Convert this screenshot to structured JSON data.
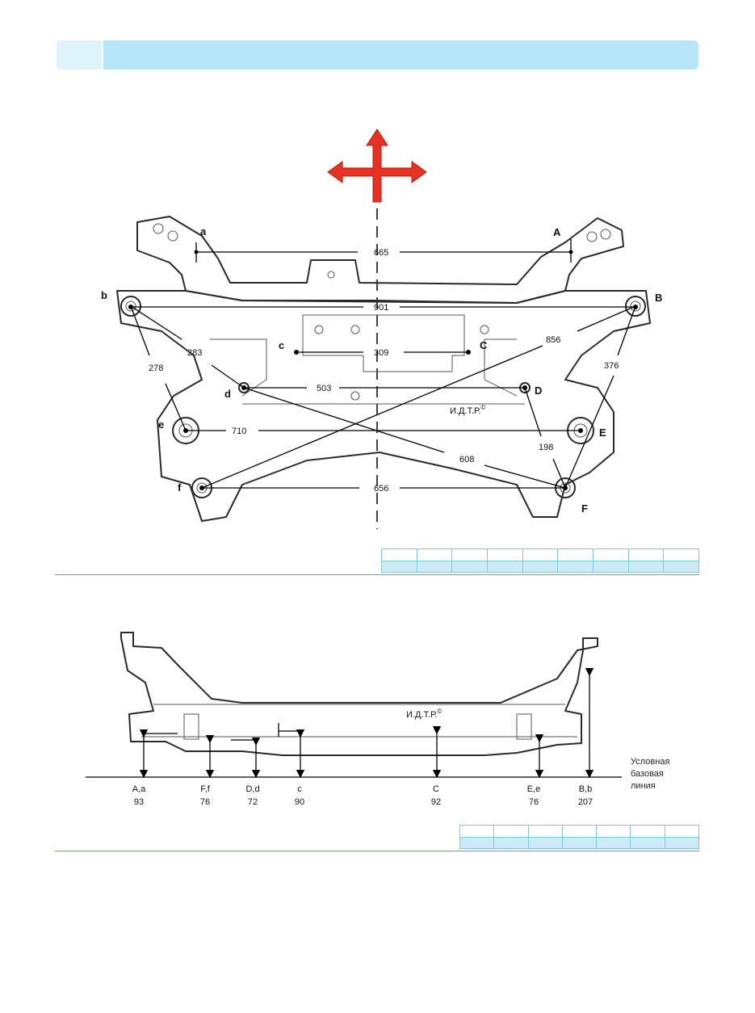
{
  "watermark": "И.Д.Т.Р.",
  "copyright_mark": "©",
  "top_view": {
    "points": {
      "a": "a",
      "A": "A",
      "b": "b",
      "B": "B",
      "c": "c",
      "C": "C",
      "d": "d",
      "D": "D",
      "e": "e",
      "E": "E",
      "f": "f",
      "F": "F"
    },
    "dimensions": {
      "aA": "665",
      "bB": "901",
      "cC": "309",
      "dD": "503",
      "eE": "710",
      "fF": "656",
      "b_e": "278",
      "b_d": "283",
      "B_f": "856",
      "B_F": "376",
      "d_F": "608",
      "D_F": "198"
    }
  },
  "side_view": {
    "watermark": "И.Д.Т.Р.",
    "baseline_label": [
      "Условная",
      "базовая",
      "линия"
    ],
    "measurements": [
      {
        "point": "A,a",
        "value": "93"
      },
      {
        "point": "F,f",
        "value": "76"
      },
      {
        "point": "D,d",
        "value": "72"
      },
      {
        "point": "c",
        "value": "90"
      },
      {
        "point": "C",
        "value": "92"
      },
      {
        "point": "E,e",
        "value": "76"
      },
      {
        "point": "B,b",
        "value": "207"
      }
    ]
  },
  "colors": {
    "header": "#b6e6f8",
    "header_tab": "#dff3fb",
    "arrow": "#e53222",
    "rule": "#3ab0cf"
  }
}
